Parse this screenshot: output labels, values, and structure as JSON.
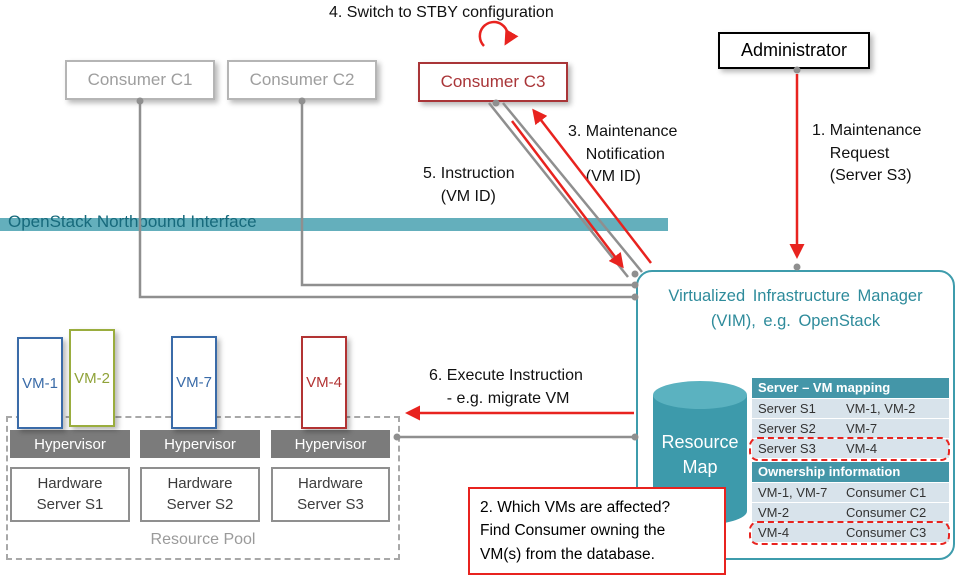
{
  "annotations": {
    "step4": "4. Switch to STBY configuration",
    "step1": "1. Maintenance\n    Request\n    (Server S3)",
    "step3": "3. Maintenance\n    Notification\n    (VM ID)",
    "step5": "5. Instruction\n    (VM ID)",
    "step6": "6. Execute Instruction\n    - e.g. migrate VM",
    "step2": "2. Which VMs are affected?\nFind Consumer owning the\nVM(s) from the database."
  },
  "consumers": [
    {
      "label": "Consumer C1"
    },
    {
      "label": "Consumer C2"
    },
    {
      "label": "Consumer C3"
    }
  ],
  "administrator": {
    "label": "Administrator"
  },
  "northbound_interface": {
    "label": "OpenStack Northbound Interface"
  },
  "vim": {
    "title": "Virtualized Infrastructure Manager\n(VIM), e.g. OpenStack",
    "resource_map_label": "Resource\nMap",
    "server_vm_mapping": {
      "header": "Server – VM mapping",
      "rows": [
        {
          "server": "Server S1",
          "vms": "VM-1, VM-2",
          "highlighted": false
        },
        {
          "server": "Server S2",
          "vms": "VM-7",
          "highlighted": false
        },
        {
          "server": "Server S3",
          "vms": "VM-4",
          "highlighted": true
        }
      ]
    },
    "ownership_information": {
      "header": "Ownership information",
      "rows": [
        {
          "vms": "VM-1, VM-7",
          "consumer": "Consumer C1",
          "highlighted": false
        },
        {
          "vms": "VM-2",
          "consumer": "Consumer C2",
          "highlighted": false
        },
        {
          "vms": "VM-4",
          "consumer": "Consumer C3",
          "highlighted": true
        }
      ]
    }
  },
  "resource_pool": {
    "label": "Resource Pool",
    "vms": [
      {
        "label": "VM-1",
        "color": "#3a6ba8"
      },
      {
        "label": "VM-2",
        "color": "#9aad3e"
      },
      {
        "label": "VM-7",
        "color": "#3a6ba8"
      },
      {
        "label": "VM-4",
        "color": "#b23333"
      }
    ],
    "hosts": [
      {
        "hypervisor": "Hypervisor",
        "server": "Hardware\nServer S1"
      },
      {
        "hypervisor": "Hypervisor",
        "server": "Hardware\nServer S2"
      },
      {
        "hypervisor": "Hypervisor",
        "server": "Hardware\nServer S3"
      }
    ]
  },
  "colors": {
    "teal": "#3e9cac",
    "teal_bar": "#64afbc",
    "red": "#e8231f",
    "gray_line": "#8f8f8f",
    "consumer_gray": "#9e9e9e",
    "consumer_red": "#a93538"
  }
}
